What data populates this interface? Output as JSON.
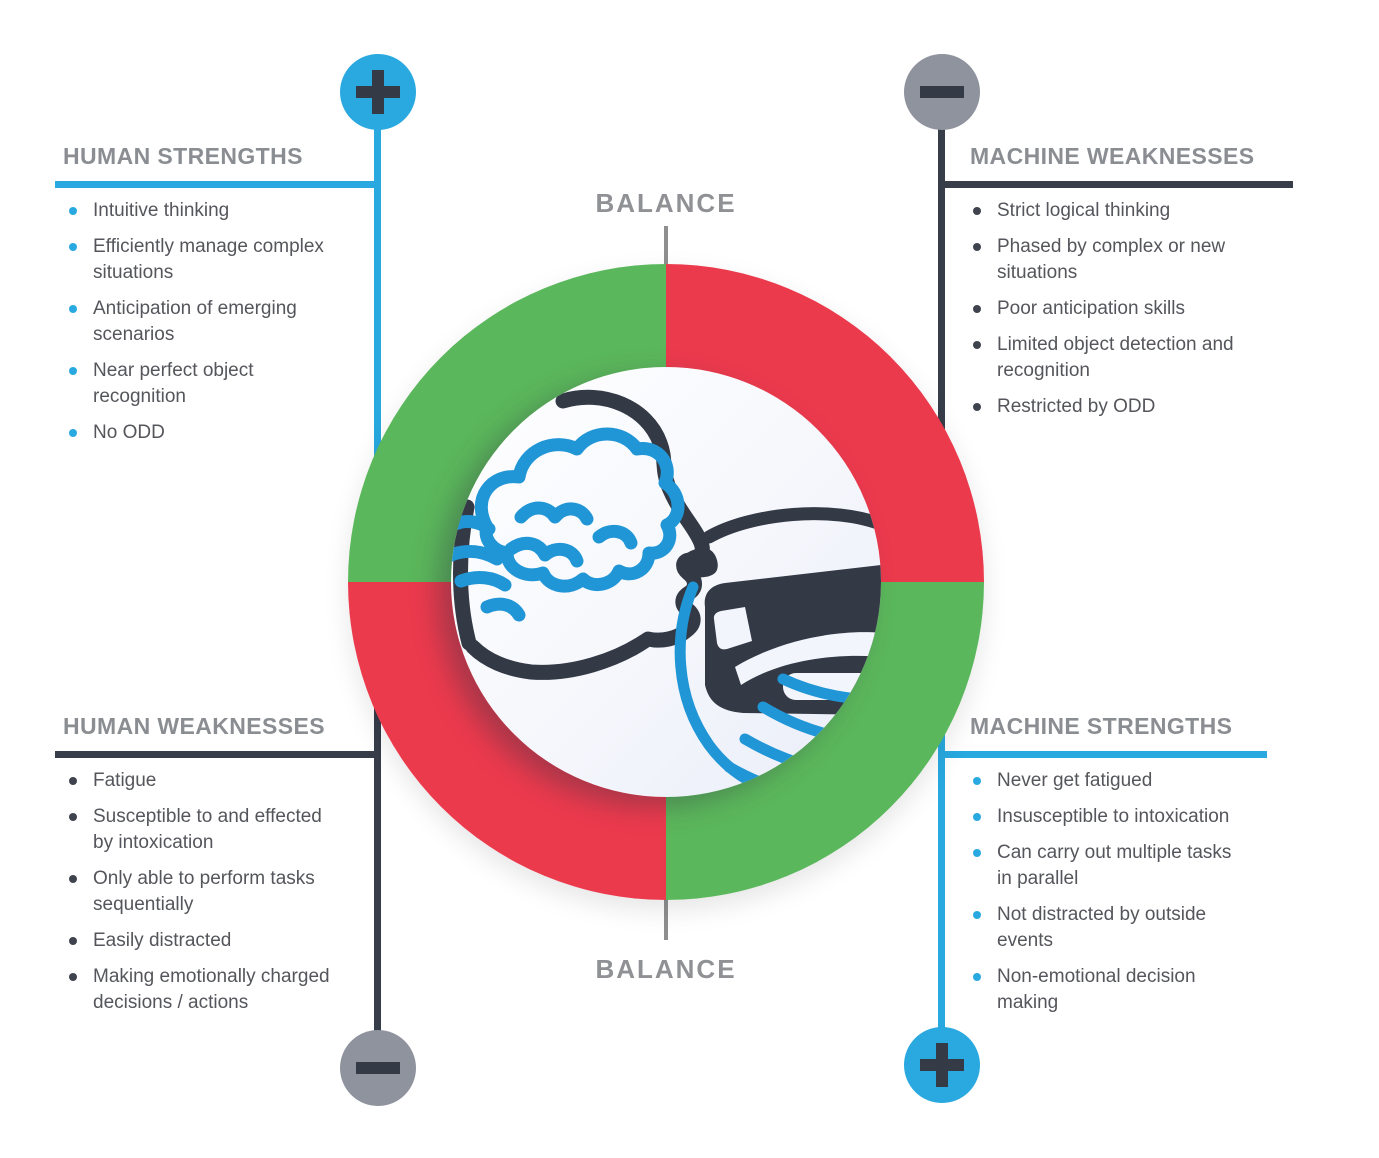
{
  "infographic": {
    "center": {
      "balance_top": "BALANCE",
      "balance_bottom": "BALANCE",
      "icon": "human-head-with-brain-facing-car-with-sensor-waves"
    },
    "palette": {
      "blue_accent": "#29A9E0",
      "green_segment": "#5BB75B",
      "red_segment": "#EC3A4D",
      "dark_accent": "#373D49",
      "gray_circle": "#8E939D",
      "header_text": "#8A8D91",
      "body_text": "#54565B",
      "balance_text": "#8F9194"
    },
    "quadrants": {
      "human_strengths": {
        "sign": "plus",
        "title": "HUMAN STRENGTHS",
        "items": [
          "Intuitive thinking",
          "Efficiently manage complex situations",
          "Anticipation of emerging scenarios",
          "Near perfect object recognition",
          "No ODD"
        ]
      },
      "machine_weaknesses": {
        "sign": "minus",
        "title": "MACHINE WEAKNESSES",
        "items": [
          "Strict logical thinking",
          "Phased by complex or new situations",
          "Poor anticipation skills",
          "Limited object detection and recognition",
          "Restricted by ODD"
        ]
      },
      "human_weaknesses": {
        "sign": "minus",
        "title": "HUMAN WEAKNESSES",
        "items": [
          "Fatigue",
          "Susceptible to and effected by intoxication",
          "Only able to perform tasks sequentially",
          "Easily distracted",
          "Making emotionally charged decisions / actions"
        ]
      },
      "machine_strengths": {
        "sign": "plus",
        "title": "MACHINE STRENGTHS",
        "items": [
          "Never get fatigued",
          "Insusceptible to intoxication",
          "Can carry out multiple tasks in parallel",
          "Not distracted by outside events",
          "Non-emotional decision making"
        ]
      }
    }
  }
}
